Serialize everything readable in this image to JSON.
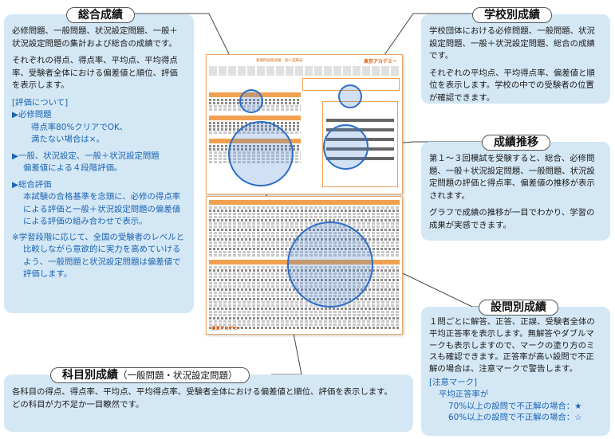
{
  "overall": {
    "title": "総合成績",
    "body1": "必修問題、一般問題、状況設定問題、一般＋状況設定問題の集計および総合の成績です。",
    "body2": "それぞれの得点、得点率、平均点、平均得点率、受験者全体における偏差値と順位、評価を表示します。",
    "eval_heading": "[評価について]",
    "item1_title": "▶必修問題",
    "item1_l1": "得点率80%クリアでOK、",
    "item1_l2": "満たない場合は×。",
    "item2_title": "▶一般、状況設定、一般＋状況設定問題",
    "item2_l1": "偏差値による４段階評価。",
    "item3_title": "▶総合評価",
    "item3_body": "本試験の合格基準を念頭に、必修の得点率による評価と一般＋状況設定問題の偏差値による評価の組み合わせで表示。",
    "note": "※学習段階に応じて、全国の受験者のレベルと比較しながら意欲的に実力を高めていけるよう、一般問題と状況設定問題は偏差値で評価します。"
  },
  "school": {
    "title": "学校別成績",
    "body1": "学校団体における必修問題、一般問題、状況設定問題、一般＋状況設定問題、総合の成績です。",
    "body2": "それぞれの平均点、平均得点率、偏差値と順位を表示します。学校の中での受験者の位置が確認できます。"
  },
  "trend": {
    "title": "成績推移",
    "body1": "第１～３回模試を受験すると、総合、必修問題、一般＋状況設定問題、一般問題、状況設定問題の評価と得点率、偏差値の推移が表示されます。",
    "body2": "グラフで成績の推移が一目でわかり、学習の成果が実感できます。"
  },
  "question": {
    "title": "設問別成績",
    "body": "１問ごとに解答、正答、正誤、受験者全体の平均正答率を表示します。無解答やダブルマークも表示しますので、マークの塗り方のミスも確認できます。正答率が高い設問で不正解の場合は、注意マークで警告します。",
    "note_heading": "[注意マーク]",
    "note_sub": "平均正答率が",
    "note_l1": "70%以上の設問で不正解の場合：★",
    "note_l2": "60%以上の設問で不正解の場合：☆"
  },
  "subject": {
    "title": "科目別成績",
    "title_sub": "（一般問題・状況設定問題）",
    "body1": "各科目の得点、得点率、平均点、平均得点率、受験者全体における偏差値と順位、評価を表示します。",
    "body2": "どの科目が力不足か一目瞭然です。"
  },
  "document": {
    "header_title": "看護師国家試験　個人成績表",
    "brand": "東京アカデミー",
    "accent_color": "#f1a050",
    "circle_color": "#2d6ec8"
  }
}
